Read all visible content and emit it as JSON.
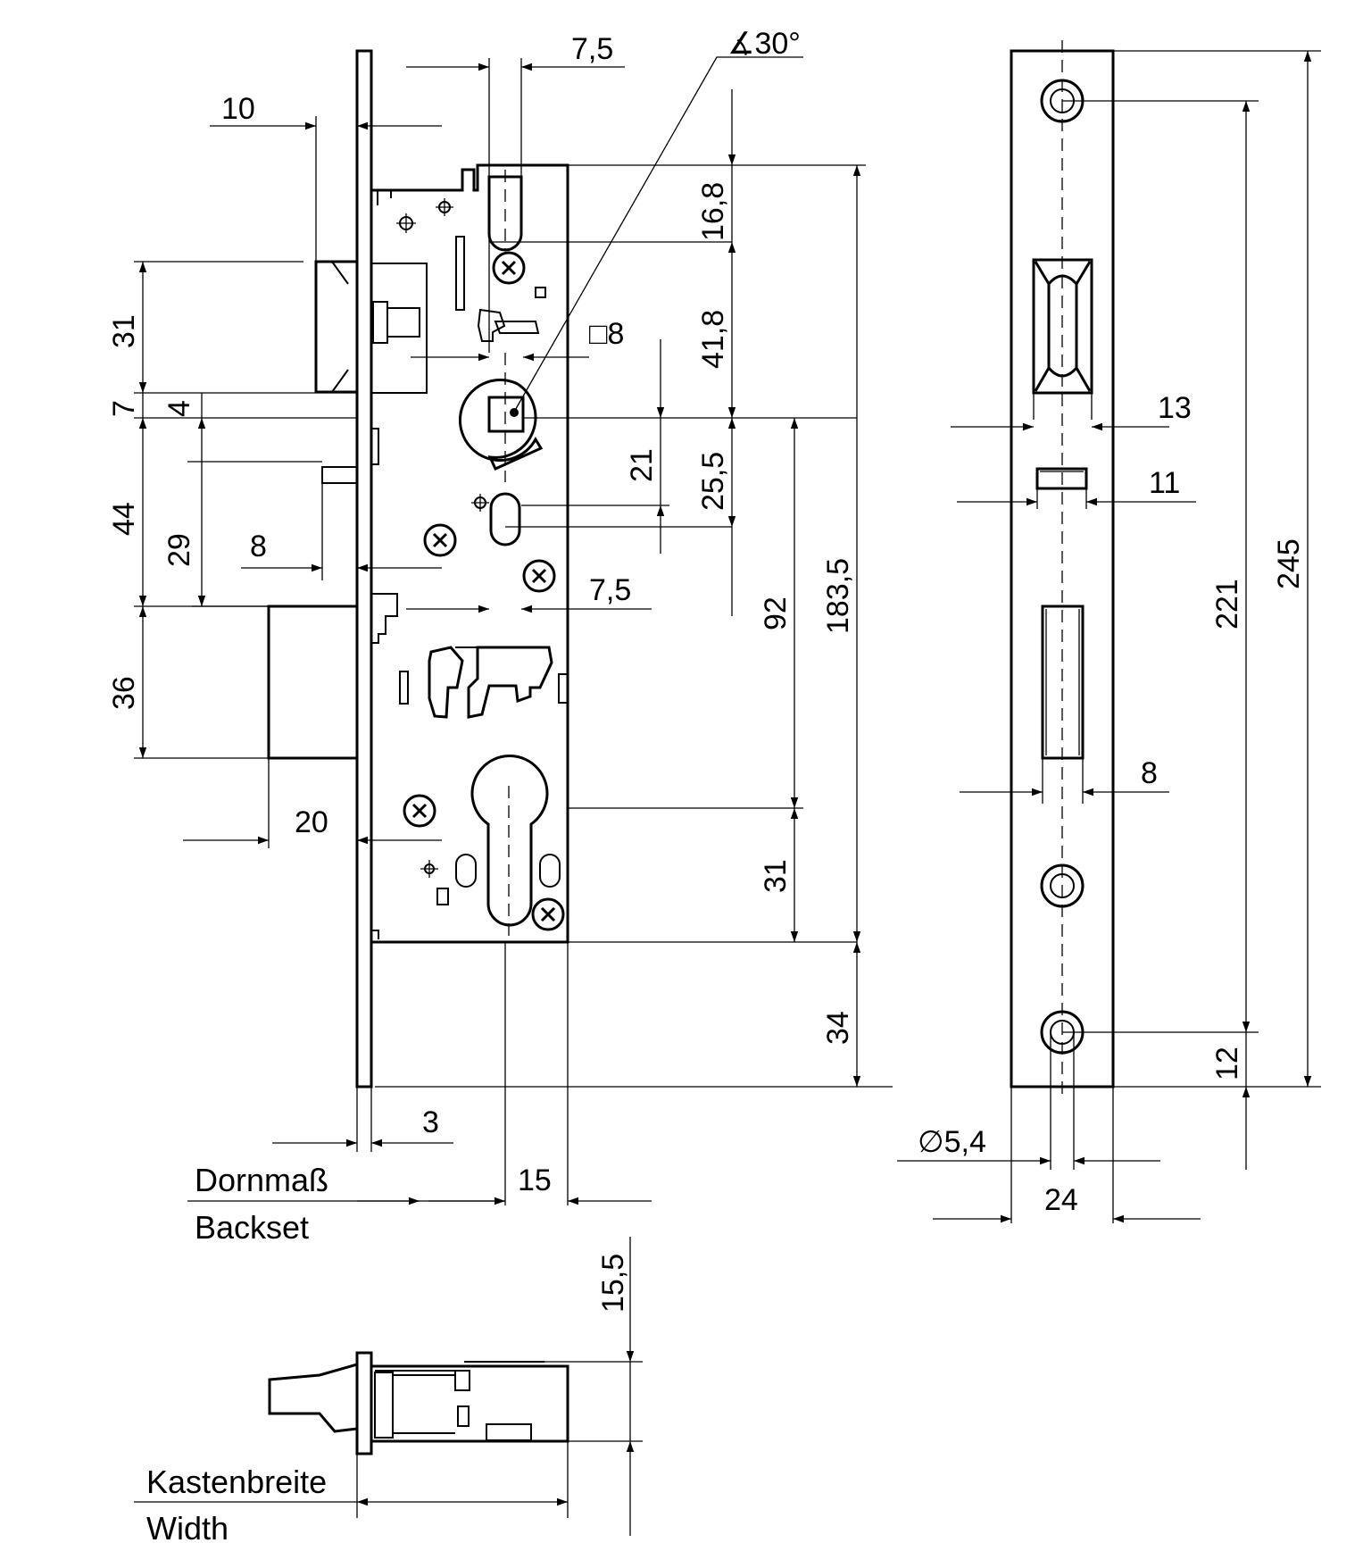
{
  "front_view": {
    "dims": {
      "d7_5_top": "7,5",
      "angle_30": "∡30°",
      "d10": "10",
      "d16_8": "16,8",
      "d31_left": "31",
      "d41_8": "41,8",
      "sq8": "□8",
      "d7": "7",
      "d4": "4",
      "d21": "21",
      "d25_5": "25,5",
      "d44": "44",
      "d29": "29",
      "d8_left": "8",
      "d7_5_mid": "7,5",
      "d92": "92",
      "d183_5": "183,5",
      "d36": "36",
      "d20": "20",
      "d31_right": "31",
      "d34": "34",
      "d3": "3",
      "d15": "15"
    },
    "labels": {
      "backset_de": "Dornmaß",
      "backset_en": "Backset"
    }
  },
  "faceplate_view": {
    "dims": {
      "d13": "13",
      "d11": "11",
      "d245": "245",
      "d221": "221",
      "d8": "8",
      "d12": "12",
      "d_dia": "∅5,4",
      "d24": "24"
    }
  },
  "bottom_view": {
    "dims": {
      "d15_5": "15,5"
    },
    "labels": {
      "width_de": "Kastenbreite",
      "width_en": "Width"
    }
  }
}
